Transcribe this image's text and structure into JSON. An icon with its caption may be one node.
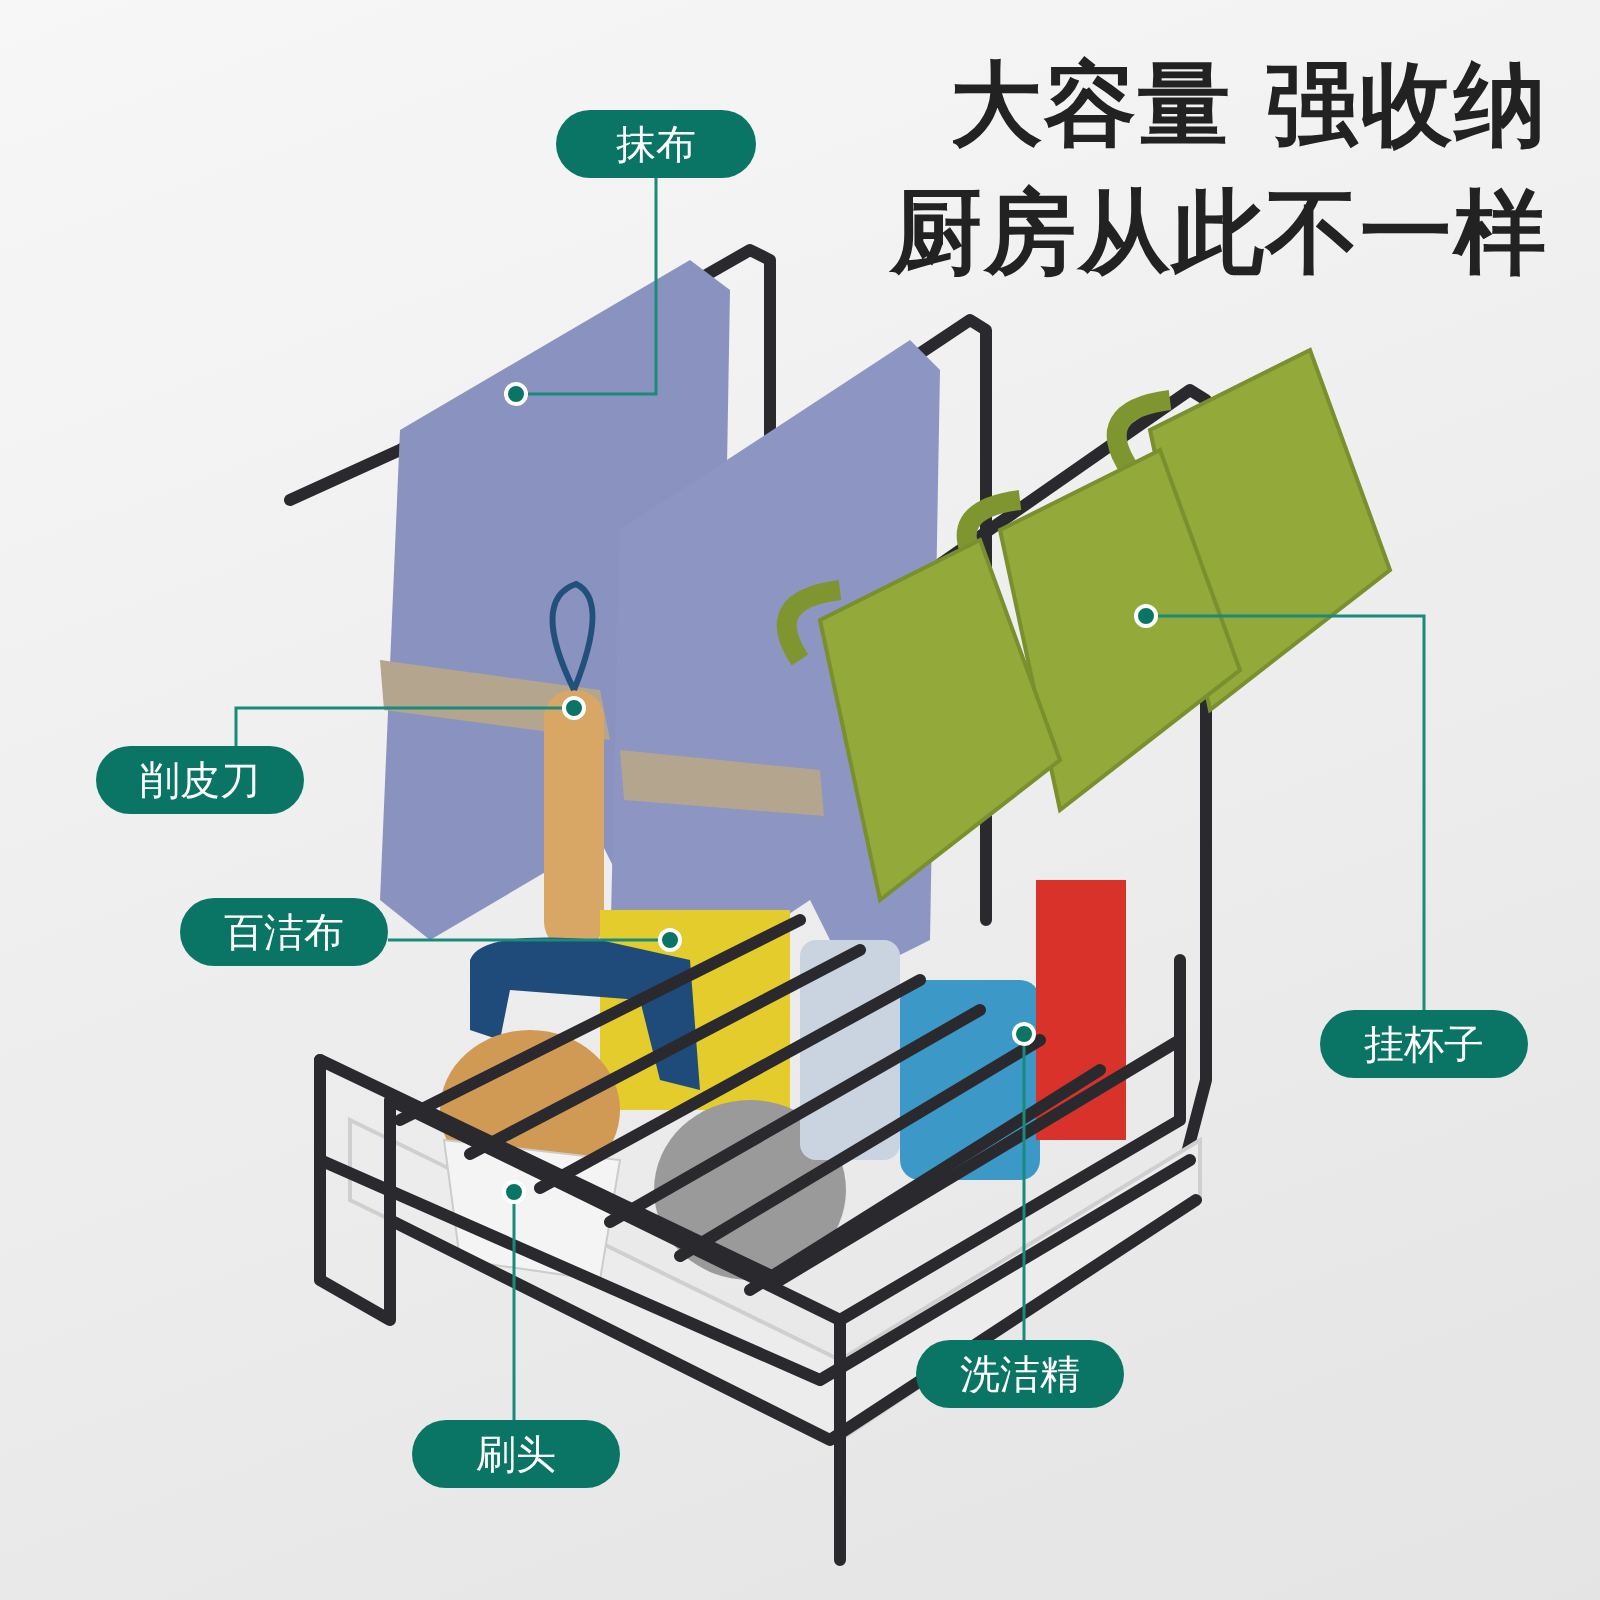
{
  "diagram": {
    "title": "大容量 强收纳",
    "nodes": [
      {
        "text": [
          "抹布"
        ]
      },
      {
        "text": [
          "削皮刀"
        ]
      },
      {
        "text": [
          "百洁布"
        ]
      },
      {
        "text": [
          "挂杯子"
        ]
      },
      {
        "text": [
          "洗洁精"
        ]
      },
      {
        "text": [
          "刷头"
        ]
      },
      {
        "text": [],
        "shape": "circle"
      },
      {
        "text": [],
        "shape": "circle"
      },
      {
        "text": [],
        "shape": "circle"
      },
      {
        "text": [],
        "shape": "circle"
      },
      {
        "text": [],
        "shape": "circle"
      },
      {
        "text": [],
        "shape": "circle"
      }
    ],
    "edges": [
      {
        "from": 0,
        "to": 6,
        "arrow": "none"
      },
      {
        "from": 1,
        "to": 7,
        "arrow": "none"
      },
      {
        "from": 2,
        "to": 8,
        "arrow": "none"
      },
      {
        "from": 3,
        "to": 9,
        "arrow": "none"
      },
      {
        "from": 4,
        "to": 10,
        "arrow": "none"
      },
      {
        "from": 5,
        "to": 11,
        "arrow": "none"
      }
    ],
    "labels": [
      "厨房从此不一样"
    ]
  }
}
